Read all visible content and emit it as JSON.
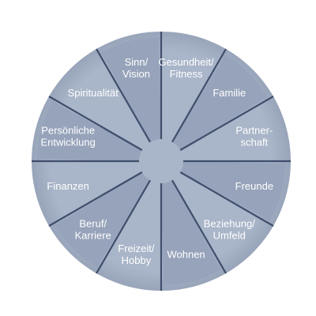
{
  "wheel": {
    "segments": [
      {
        "lines": [
          "Gesundheit/",
          "Fitness"
        ],
        "filled": false
      },
      {
        "lines": [
          "Familie"
        ],
        "filled": true
      },
      {
        "lines": [
          "Partner-",
          "schaft"
        ],
        "filled": false
      },
      {
        "lines": [
          "Freunde"
        ],
        "filled": true
      },
      {
        "lines": [
          "Beziehung/",
          "Umfeld"
        ],
        "filled": false
      },
      {
        "lines": [
          "Wohnen"
        ],
        "filled": true
      },
      {
        "lines": [
          "Freizeit/",
          "Hobby"
        ],
        "filled": false
      },
      {
        "lines": [
          "Beruf/",
          "Karriere"
        ],
        "filled": true
      },
      {
        "lines": [
          "Finanzen"
        ],
        "filled": false
      },
      {
        "lines": [
          "Persönliche",
          "Entwicklung"
        ],
        "filled": true
      },
      {
        "lines": [
          "Spiritualität"
        ],
        "filled": false
      },
      {
        "lines": [
          "Sinn/",
          "Vision"
        ],
        "filled": true
      }
    ],
    "colors": {
      "disc": "#a9b5c8",
      "fill": "#96a3ba",
      "divider": "#3f4e6c",
      "hub": "#a9b5c8",
      "text": "#ffffff"
    }
  }
}
